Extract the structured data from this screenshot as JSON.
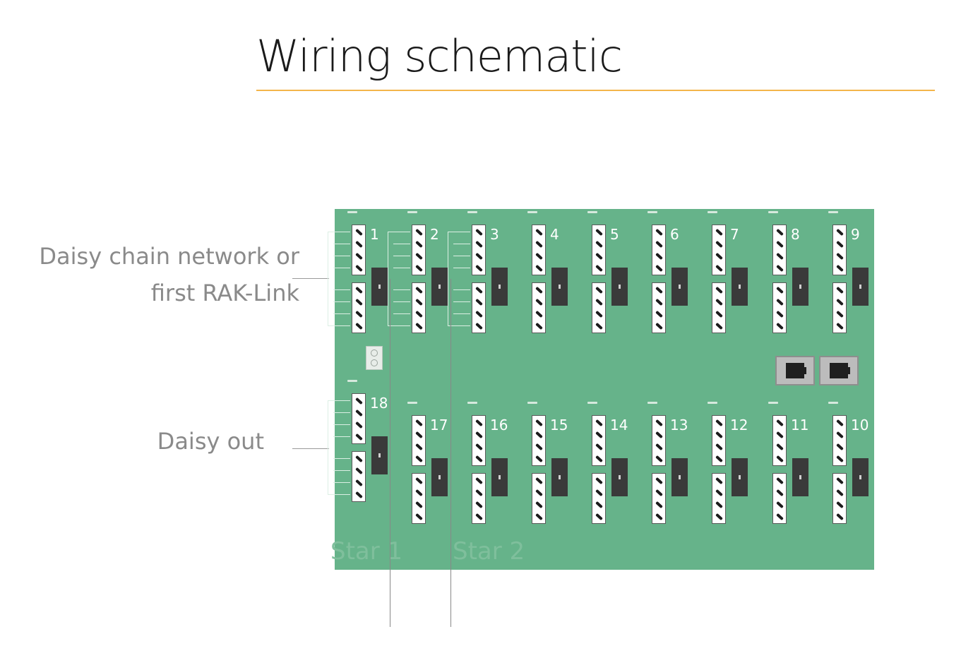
{
  "title": "Wiring schematic",
  "labels": {
    "daisy_chain_line1": "Daisy chain network or",
    "daisy_chain_line2": "first RAK-Link",
    "daisy_out": "Daisy out",
    "star1": "Star 1",
    "star2": "Star 2"
  },
  "channels_top": [
    "1",
    "2",
    "3",
    "4",
    "5",
    "6",
    "7",
    "8",
    "9"
  ],
  "channels_bottom": [
    "18",
    "17",
    "16",
    "15",
    "14",
    "13",
    "12",
    "11",
    "10"
  ],
  "colors": {
    "board": "#66b38a",
    "accent_rule": "#f4b54a",
    "label": "#8a8a8a"
  }
}
